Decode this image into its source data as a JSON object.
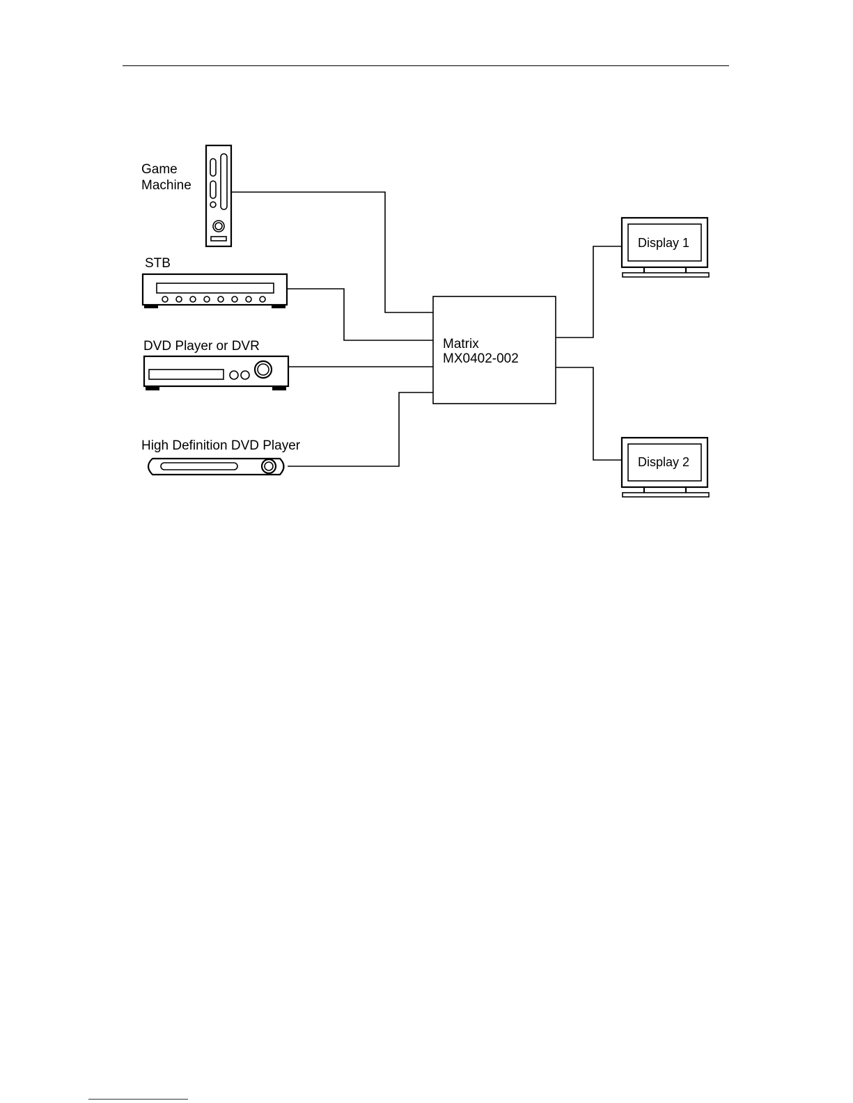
{
  "diagram": {
    "nodes": {
      "game_machine": {
        "label_line1": "Game",
        "label_line2": "Machine",
        "icon": "game-console-icon"
      },
      "stb": {
        "label": "STB",
        "icon": "set-top-box-icon"
      },
      "dvd": {
        "label": "DVD Player or DVR",
        "icon": "dvd-player-icon"
      },
      "hd_dvd": {
        "label": "High Definition DVD Player",
        "icon": "hd-dvd-player-icon"
      },
      "matrix": {
        "label_line1": "Matrix",
        "label_line2": "MX0402-002"
      },
      "display1": {
        "label": "Display  1",
        "icon": "monitor-icon"
      },
      "display2": {
        "label": "Display  2",
        "icon": "monitor-icon"
      }
    },
    "edges": [
      {
        "from": "game_machine",
        "to": "matrix"
      },
      {
        "from": "stb",
        "to": "matrix"
      },
      {
        "from": "dvd",
        "to": "matrix"
      },
      {
        "from": "hd_dvd",
        "to": "matrix"
      },
      {
        "from": "matrix",
        "to": "display1"
      },
      {
        "from": "matrix",
        "to": "display2"
      }
    ]
  }
}
